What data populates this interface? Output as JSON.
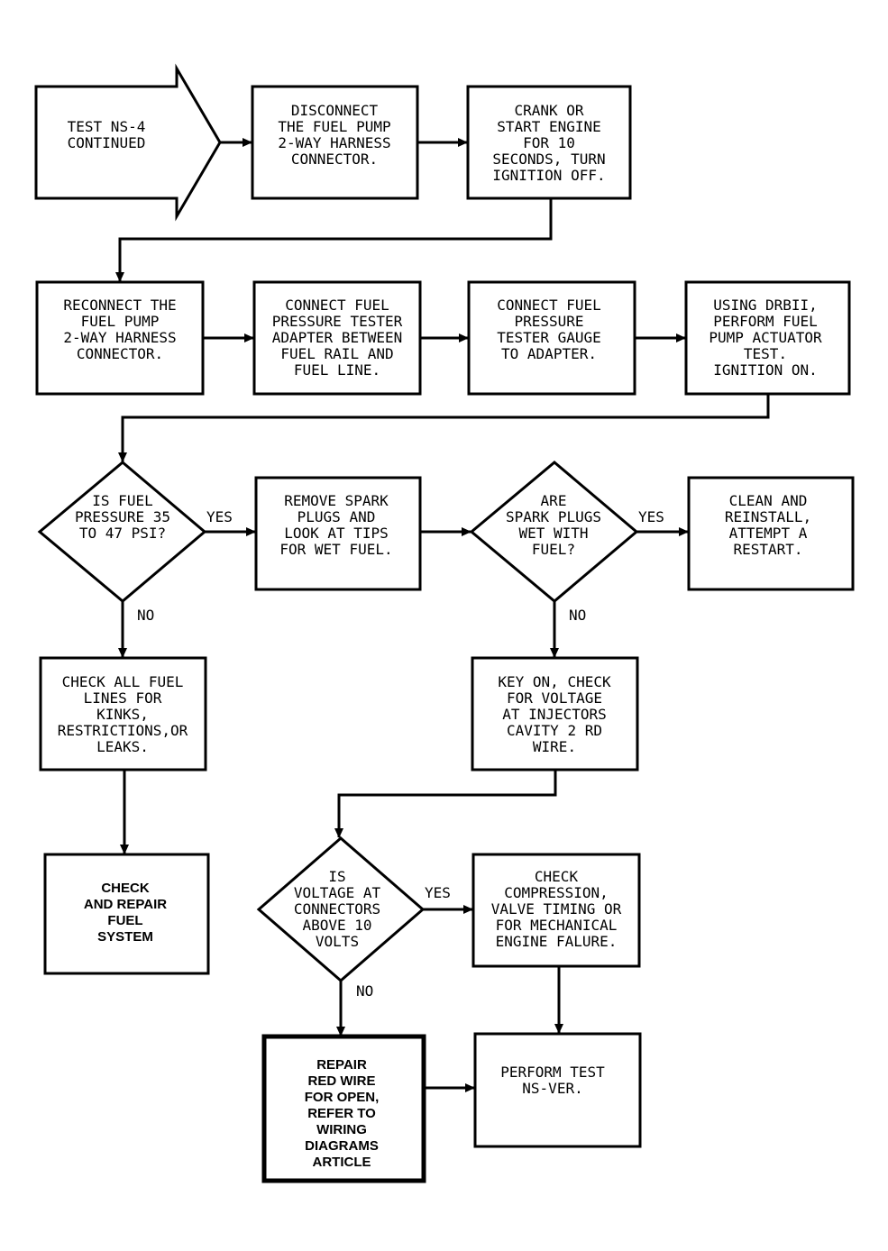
{
  "nodes": {
    "start": "TEST NS-4\nCONTINUED",
    "disconnect": "DISCONNECT\nTHE FUEL PUMP\n2-WAY HARNESS\nCONNECTOR.",
    "crank": "CRANK OR\nSTART ENGINE\nFOR 10\nSECONDS, TURN\nIGNITION OFF.",
    "reconnect": "RECONNECT THE\nFUEL PUMP\n2-WAY HARNESS\nCONNECTOR.",
    "connect_adapter": "CONNECT FUEL\nPRESSURE TESTER\nADAPTER BETWEEN\nFUEL RAIL AND\nFUEL LINE.",
    "connect_gauge": "CONNECT FUEL\nPRESSURE\nTESTER GAUGE\nTO ADAPTER.",
    "drbii": "USING DRBII,\nPERFORM FUEL\nPUMP ACTUATOR\nTEST.\nIGNITION ON.",
    "is_pressure": "IS FUEL\nPRESSURE 35\nTO 47 PSI?",
    "remove_plugs": "REMOVE SPARK\nPLUGS AND\nLOOK AT TIPS\nFOR WET FUEL.",
    "plugs_wet": "ARE\nSPARK PLUGS\nWET WITH\nFUEL?",
    "clean": "CLEAN AND\nREINSTALL,\nATTEMPT A\nRESTART.",
    "check_lines": "CHECK ALL FUEL\nLINES FOR\nKINKS,\nRESTRICTIONS,OR\nLEAKS.",
    "key_on": "KEY ON, CHECK\nFOR VOLTAGE\nAT INJECTORS\nCAVITY 2 RD\nWIRE.",
    "repair_fuel": "CHECK\nAND REPAIR\nFUEL\nSYSTEM",
    "is_voltage": "IS\nVOLTAGE AT\nCONNECTORS\nABOVE 10\nVOLTS",
    "check_compression": "CHECK\nCOMPRESSION,\nVALVE TIMING OR\nFOR MECHANICAL\nENGINE FALURE.",
    "repair_red": "REPAIR\nRED WIRE\nFOR OPEN,\nREFER TO\nWIRING\nDIAGRAMS\nARTICLE",
    "perform_test": "PERFORM TEST\nNS-VER."
  },
  "edge_labels": {
    "pressure_yes": "YES",
    "pressure_no": "NO",
    "plugs_yes": "YES",
    "plugs_no": "NO",
    "voltage_yes": "YES",
    "voltage_no": "NO"
  }
}
